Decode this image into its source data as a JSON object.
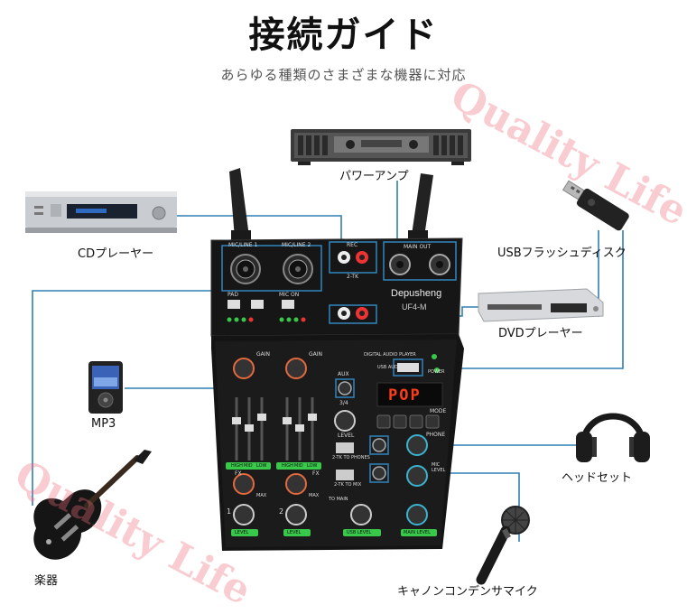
{
  "header": {
    "title": "接続ガイド",
    "subtitle": "あらゆる種類のさまざまな機器に対応"
  },
  "watermark": "Quality Life",
  "devices": {
    "power_amp": "パワーアンプ",
    "cd_player": "CDプレーヤー",
    "usb_flash": "USBフラッシュディスク",
    "dvd_player": "DVDプレーヤー",
    "mp3": "MP3",
    "headphones": "ヘッドセット",
    "instrument": "楽器",
    "microphone": "キャノンコンデンサマイク"
  },
  "mixer": {
    "brand": "Depusheng",
    "model": "UF4-M",
    "display": "POP",
    "ch1_label": "MIC/LINE 1",
    "ch2_label": "MIC/LINE 2",
    "rec": "REC",
    "main_out": "MAIN OUT",
    "two_tk": "2-TK",
    "pad": "PAD",
    "mic_on": "MIC ON",
    "gain": "GAIN",
    "aux": "AUX",
    "level": "LEVEL",
    "three_four": "3/4",
    "fx": "FX",
    "max": "MAX",
    "phone": "PHONE",
    "mic_level": "MIC LEVEL",
    "mode": "MODE",
    "digital_audio_player": "DIGITAL AUDIO PLAYER",
    "usb_audio": "USB AUDIO",
    "power": "POWER",
    "to_phones": "2-TK TO PHONES",
    "to_mix": "2-TK TO MIX",
    "to_main": "TO MAIN",
    "level_btn_1": "LEVEL",
    "level_btn_2": "LEVEL",
    "usb_level": "USB LEVEL",
    "main_level": "MAIN LEVEL",
    "high": "HIGH",
    "mid": "MID",
    "low": "LOW",
    "ch1": "1",
    "ch2": "2"
  },
  "colors": {
    "cable": "#2f7fb3",
    "panel": "#151515",
    "led_green": "#39c94a",
    "display_red": "#ff3b1a"
  }
}
